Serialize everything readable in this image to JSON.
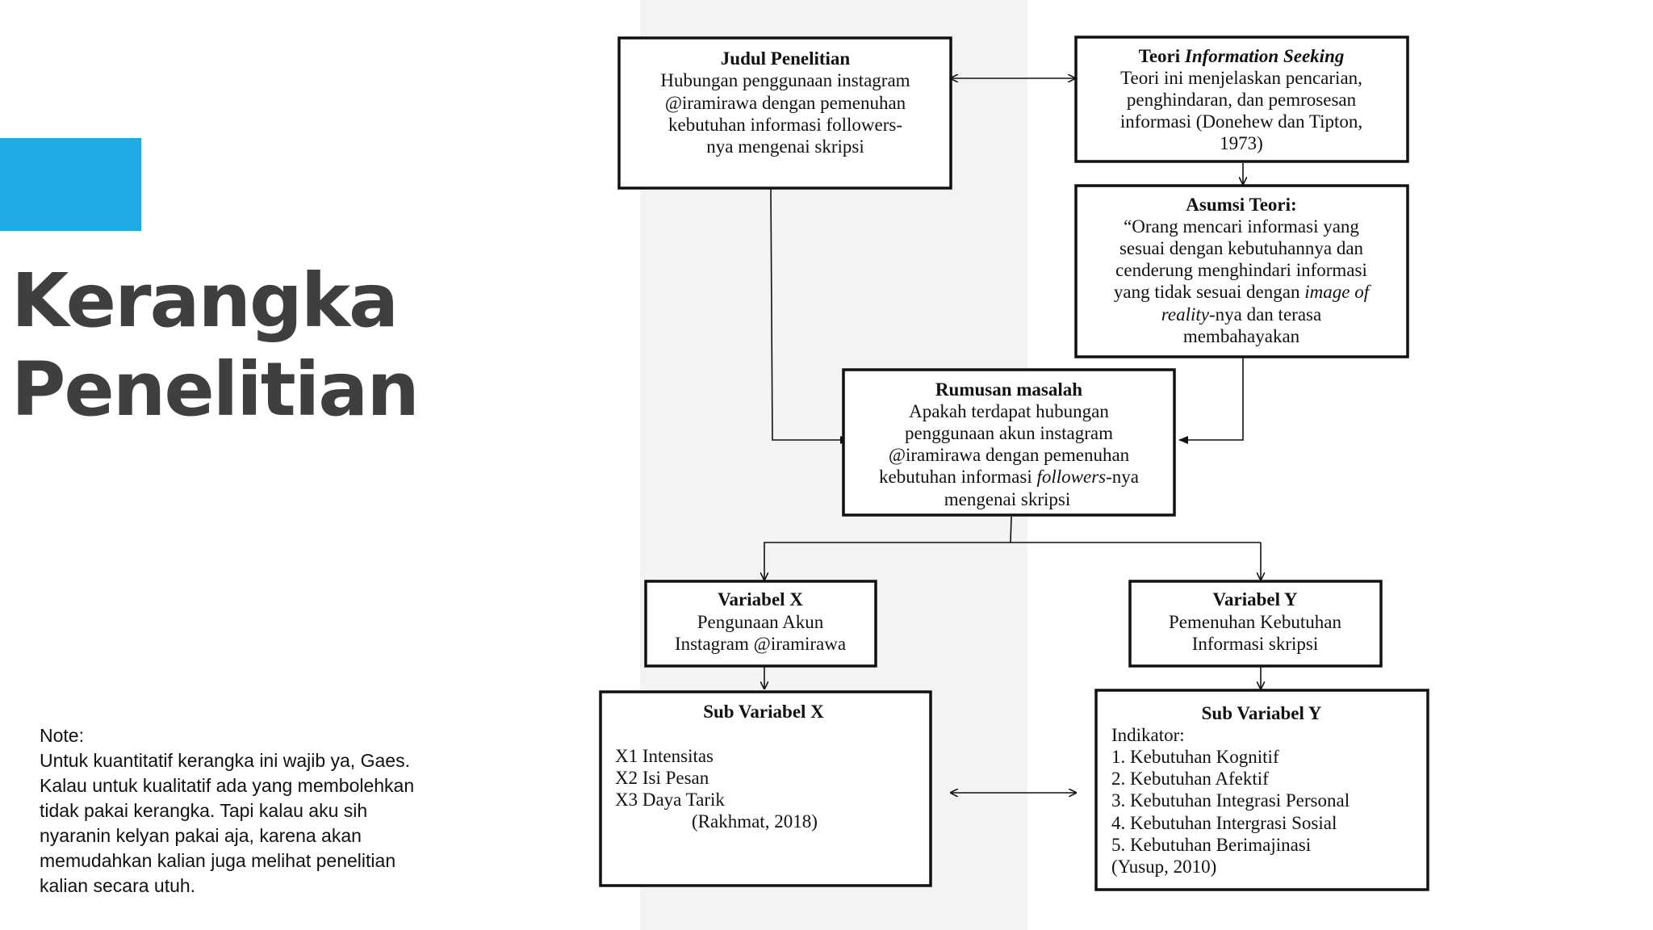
{
  "title": {
    "line1": "Kerangka",
    "line2": "Penelitian"
  },
  "note": {
    "lines": [
      "Note:",
      "Untuk kuantitatif kerangka ini wajib ya, Gaes.",
      "Kalau untuk kualitatif ada yang membolehkan",
      "tidak pakai kerangka. Tapi kalau aku sih",
      "nyaranin kelyan pakai aja, karena akan",
      "memudahkan kalian juga melihat penelitian",
      "kalian secara utuh."
    ]
  },
  "colors": {
    "accent": "#1eaae7",
    "title": "#3f3f3f",
    "panel": "#f3f3f3"
  },
  "diagram": {
    "judul": {
      "heading": "Judul Penelitian",
      "lines": [
        "Hubungan penggunaan instagram",
        "@iramirawa dengan pemenuhan",
        "kebutuhan informasi followers-",
        "nya mengenai skripsi"
      ]
    },
    "teori": {
      "heading_prefix": "Teori ",
      "heading_italic": "Information Seeking",
      "lines": [
        "Teori ini menjelaskan pencarian,",
        "penghindaran, dan pemrosesan",
        "informasi (Donehew dan Tipton,",
        "1973)"
      ]
    },
    "asumsi": {
      "heading": "Asumsi Teori:",
      "line1": "“Orang mencari informasi yang",
      "line2": "sesuai dengan kebutuhannya dan",
      "line3": "cenderung menghindari informasi",
      "line4_prefix": "yang tidak sesuai dengan ",
      "line4_italic": "image of",
      "line5_italic": "reality",
      "line5_suffix": "-nya dan terasa",
      "line6": "membahayakan"
    },
    "rumusan": {
      "heading": "Rumusan masalah",
      "line1": "Apakah terdapat hubungan",
      "line2": "penggunaan akun instagram",
      "line3": "@iramirawa dengan pemenuhan",
      "line4_prefix": "kebutuhan informasi ",
      "line4_italic": "followers",
      "line4_suffix": "-nya",
      "line5": "mengenai skripsi"
    },
    "varx": {
      "heading": "Variabel X",
      "lines": [
        "Pengunaan Akun",
        "Instagram @iramirawa"
      ]
    },
    "vary": {
      "heading": "Variabel Y",
      "lines": [
        "Pemenuhan Kebutuhan",
        "Informasi skripsi"
      ]
    },
    "subx": {
      "heading": "Sub Variabel X",
      "lines": [
        "X1 Intensitas",
        "X2 Isi Pesan",
        "X3 Daya Tarik"
      ],
      "source": "(Rakhmat, 2018)"
    },
    "suby": {
      "heading": "Sub Variabel Y",
      "intro": "Indikator:",
      "items": [
        "1.  Kebutuhan Kognitif",
        "2.  Kebutuhan Afektif",
        "3.  Kebutuhan Integrasi Personal",
        "4.  Kebutuhan Intergrasi Sosial",
        "5.  Kebutuhan Berimajinasi"
      ],
      "source": "(Yusup, 2010)"
    }
  }
}
